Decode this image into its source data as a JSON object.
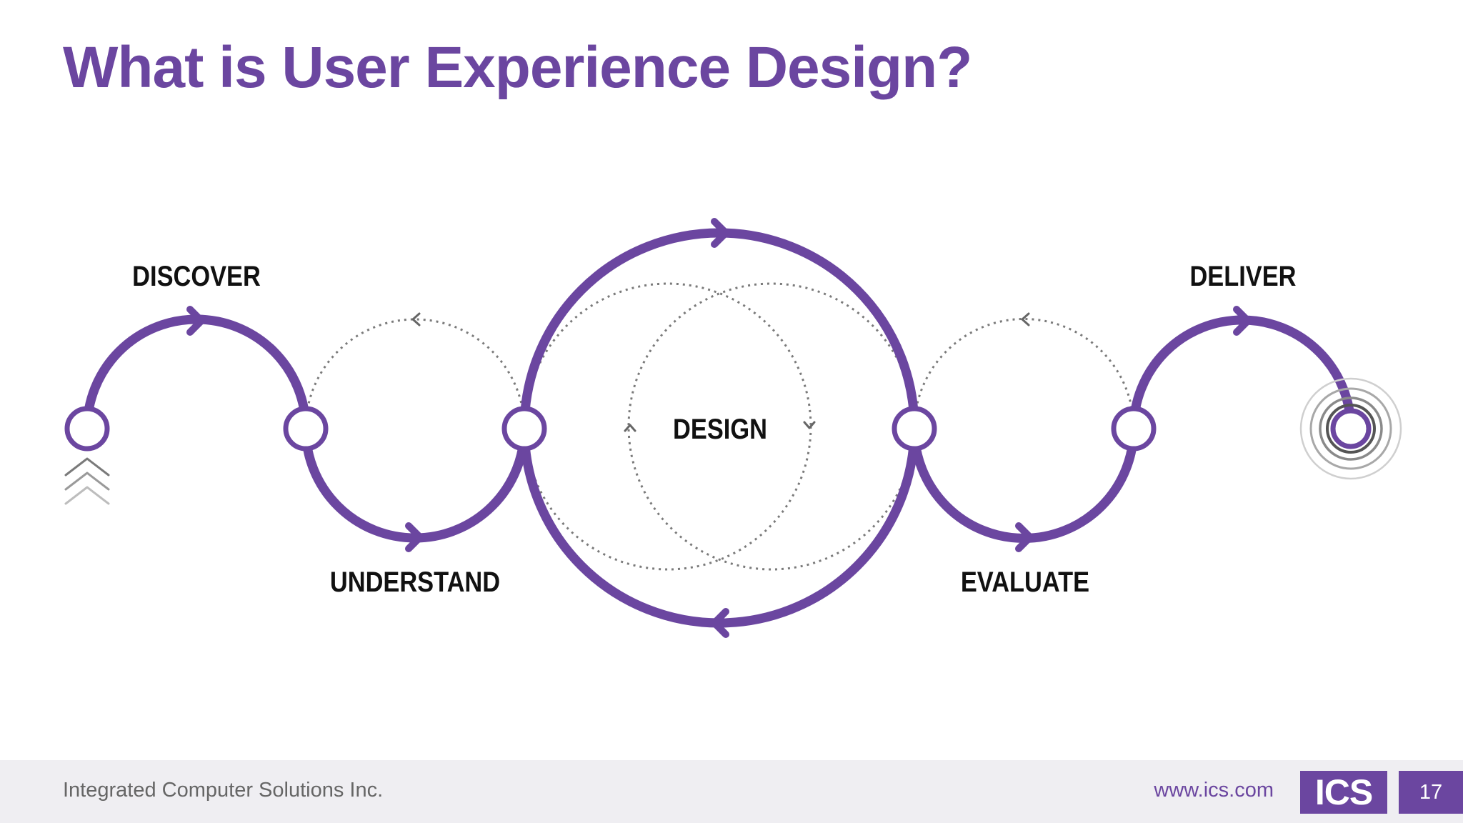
{
  "slide": {
    "title": "What is User Experience Design?"
  },
  "diagram": {
    "stages": {
      "discover": "DISCOVER",
      "understand": "UNDERSTAND",
      "design": "DESIGN",
      "evaluate": "EVALUATE",
      "deliver": "DELIVER"
    }
  },
  "footer": {
    "company": "Integrated Computer Solutions Inc.",
    "url": "www.ics.com",
    "logo": "ICS",
    "page_number": "17"
  },
  "colors": {
    "accent": "#6b46a0",
    "text": "#111111",
    "footer_bg": "#efeef2"
  }
}
